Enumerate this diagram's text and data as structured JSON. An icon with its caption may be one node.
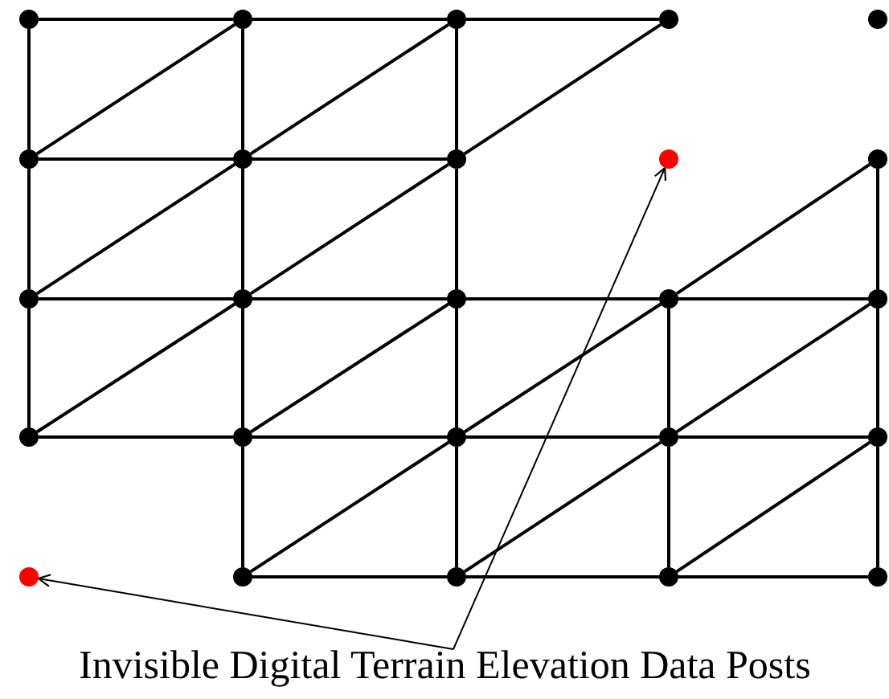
{
  "diagram": {
    "nodes": [
      {
        "text": [],
        "shape": "circle"
      },
      {
        "text": [],
        "shape": "circle"
      },
      {
        "text": [],
        "shape": "circle"
      },
      {
        "text": [],
        "shape": "circle"
      },
      {
        "text": [],
        "shape": "circle"
      },
      {
        "text": [],
        "shape": "circle"
      },
      {
        "text": [],
        "shape": "circle"
      },
      {
        "text": [],
        "shape": "circle"
      },
      {
        "text": [],
        "shape": "circle"
      },
      {
        "text": [],
        "shape": "circle"
      },
      {
        "text": [],
        "shape": "circle"
      },
      {
        "text": [],
        "shape": "circle"
      },
      {
        "text": [],
        "shape": "circle"
      },
      {
        "text": [],
        "shape": "circle"
      },
      {
        "text": [],
        "shape": "circle"
      },
      {
        "text": [],
        "shape": "circle"
      },
      {
        "text": [],
        "shape": "circle"
      },
      {
        "text": [],
        "shape": "circle"
      },
      {
        "text": [],
        "shape": "circle"
      },
      {
        "text": [],
        "shape": "circle"
      },
      {
        "text": [],
        "shape": "circle"
      },
      {
        "text": [],
        "shape": "circle"
      },
      {
        "text": [],
        "shape": "circle"
      },
      {
        "text": [],
        "shape": "circle"
      },
      {
        "text": [],
        "shape": "circle"
      },
      {
        "text": [
          "Invisible Digital Terrain Elevation Data Posts"
        ]
      }
    ],
    "edges": [
      {
        "from": 0,
        "to": 1,
        "arrow": "none"
      },
      {
        "from": 1,
        "to": 2,
        "arrow": "none"
      },
      {
        "from": 2,
        "to": 3,
        "arrow": "none"
      },
      {
        "from": 5,
        "to": 6,
        "arrow": "none"
      },
      {
        "from": 6,
        "to": 7,
        "arrow": "none"
      },
      {
        "from": 10,
        "to": 11,
        "arrow": "none"
      },
      {
        "from": 11,
        "to": 12,
        "arrow": "none"
      },
      {
        "from": 12,
        "to": 13,
        "arrow": "none"
      },
      {
        "from": 13,
        "to": 14,
        "arrow": "none"
      },
      {
        "from": 15,
        "to": 16,
        "arrow": "none"
      },
      {
        "from": 16,
        "to": 17,
        "arrow": "none"
      },
      {
        "from": 17,
        "to": 18,
        "arrow": "none"
      },
      {
        "from": 18,
        "to": 19,
        "arrow": "none"
      },
      {
        "from": 21,
        "to": 22,
        "arrow": "none"
      },
      {
        "from": 22,
        "to": 23,
        "arrow": "none"
      },
      {
        "from": 23,
        "to": 24,
        "arrow": "none"
      },
      {
        "from": 0,
        "to": 5,
        "arrow": "none"
      },
      {
        "from": 5,
        "to": 10,
        "arrow": "none"
      },
      {
        "from": 10,
        "to": 15,
        "arrow": "none"
      },
      {
        "from": 1,
        "to": 6,
        "arrow": "none"
      },
      {
        "from": 6,
        "to": 11,
        "arrow": "none"
      },
      {
        "from": 11,
        "to": 16,
        "arrow": "none"
      },
      {
        "from": 16,
        "to": 21,
        "arrow": "none"
      },
      {
        "from": 2,
        "to": 7,
        "arrow": "none"
      },
      {
        "from": 7,
        "to": 12,
        "arrow": "none"
      },
      {
        "from": 12,
        "to": 17,
        "arrow": "none"
      },
      {
        "from": 17,
        "to": 22,
        "arrow": "none"
      },
      {
        "from": 13,
        "to": 18,
        "arrow": "none"
      },
      {
        "from": 18,
        "to": 23,
        "arrow": "none"
      },
      {
        "from": 9,
        "to": 14,
        "arrow": "none"
      },
      {
        "from": 14,
        "to": 19,
        "arrow": "none"
      },
      {
        "from": 19,
        "to": 24,
        "arrow": "none"
      },
      {
        "from": 5,
        "to": 1,
        "arrow": "none"
      },
      {
        "from": 6,
        "to": 2,
        "arrow": "none"
      },
      {
        "from": 7,
        "to": 3,
        "arrow": "none"
      },
      {
        "from": 10,
        "to": 6,
        "arrow": "none"
      },
      {
        "from": 11,
        "to": 7,
        "arrow": "none"
      },
      {
        "from": 13,
        "to": 9,
        "arrow": "none"
      },
      {
        "from": 15,
        "to": 11,
        "arrow": "none"
      },
      {
        "from": 16,
        "to": 12,
        "arrow": "none"
      },
      {
        "from": 17,
        "to": 13,
        "arrow": "none"
      },
      {
        "from": 18,
        "to": 14,
        "arrow": "none"
      },
      {
        "from": 21,
        "to": 17,
        "arrow": "none"
      },
      {
        "from": 22,
        "to": 18,
        "arrow": "none"
      },
      {
        "from": 23,
        "to": 19,
        "arrow": "none"
      },
      {
        "from": 25,
        "to": 20,
        "arrow": "to"
      },
      {
        "from": 25,
        "to": 8,
        "arrow": "to"
      }
    ]
  }
}
